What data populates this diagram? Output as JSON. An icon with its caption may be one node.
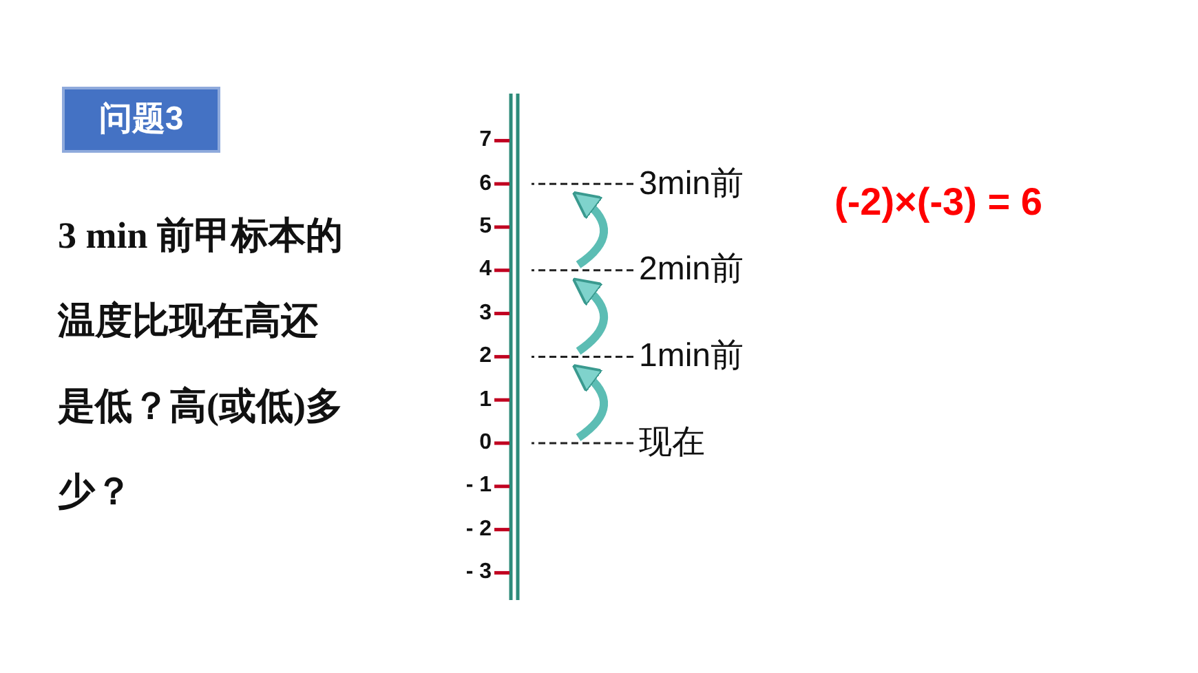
{
  "diagram": {
    "nodes": [
      {
        "text": [
          "问题3"
        ]
      },
      {
        "text": [
          "3min前"
        ]
      },
      {
        "text": [
          "2min前"
        ]
      },
      {
        "text": [
          "1min前"
        ]
      },
      {
        "text": [
          "现在"
        ]
      }
    ],
    "edges": [
      {
        "from": 1,
        "to": null,
        "arrow": "none",
        "style": "dashed"
      },
      {
        "from": 2,
        "to": null,
        "arrow": "none",
        "style": "dashed"
      },
      {
        "from": 3,
        "to": null,
        "arrow": "none",
        "style": "dashed"
      },
      {
        "from": 4,
        "to": null,
        "arrow": "none",
        "style": "dashed"
      }
    ],
    "labels": [
      "3 min 前甲标本的温度比现在高还是低？高(或低)多少？",
      "7",
      "6",
      "5",
      "4",
      "3",
      "2",
      "1",
      "0",
      "- 1",
      "- 2",
      "- 3",
      "(-2)×(-3) = 6"
    ]
  }
}
